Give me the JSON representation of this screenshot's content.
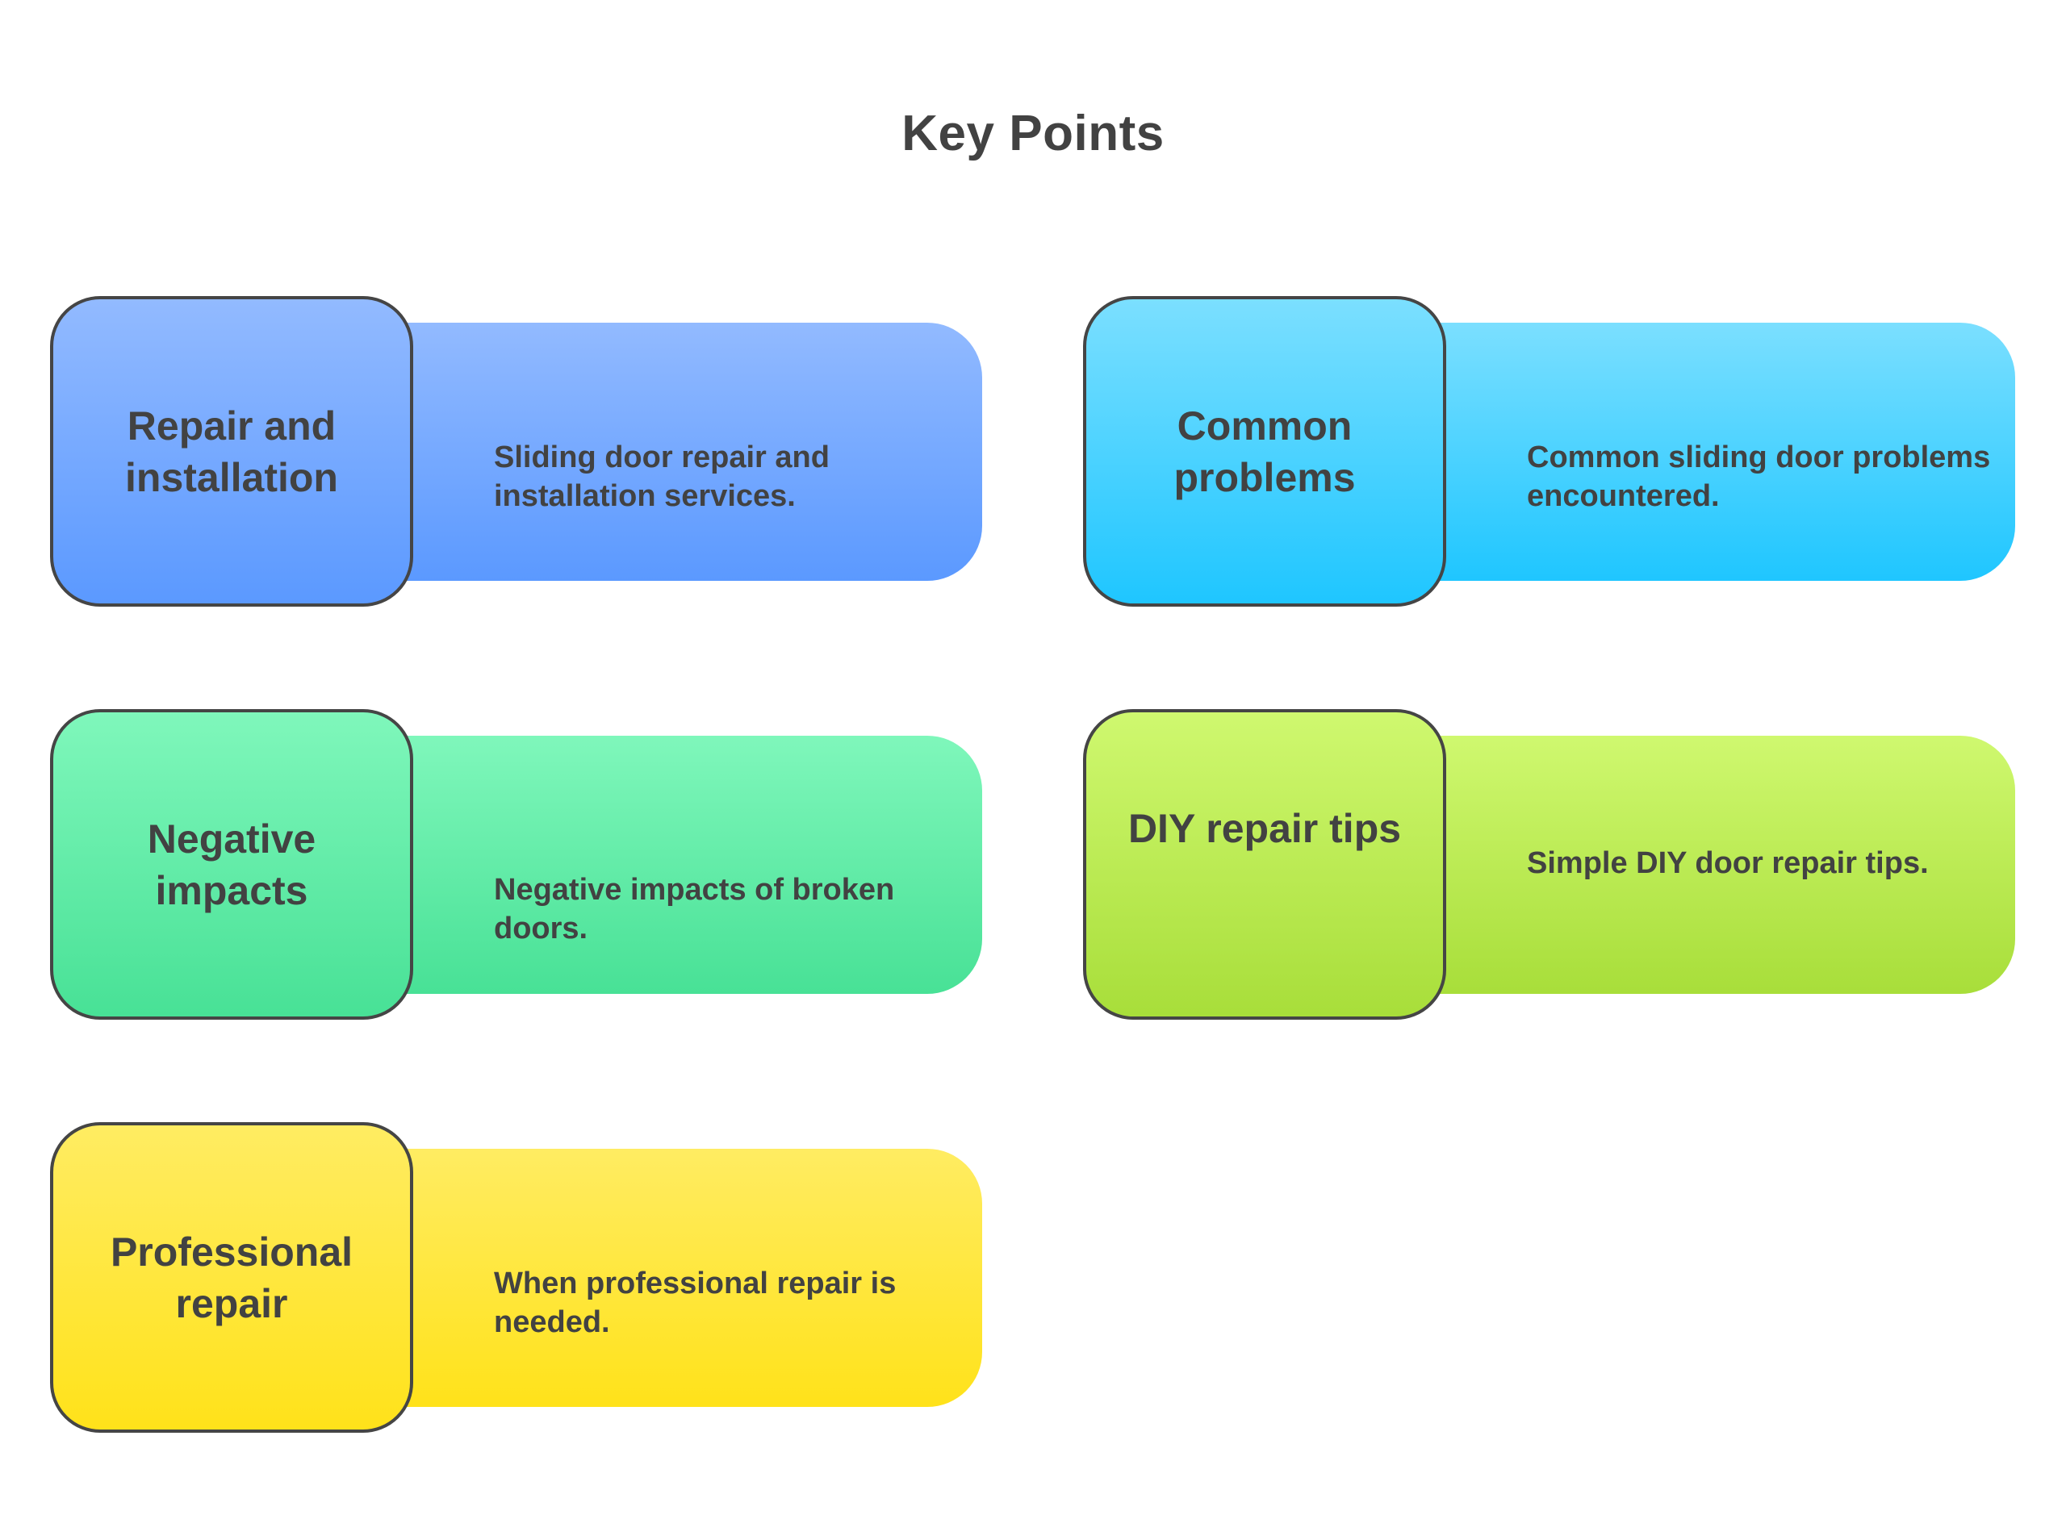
{
  "title": "Key Points",
  "items": [
    {
      "heading": "Repair and installation",
      "description": "Sliding door repair and installation services.",
      "color": "#5b99ff"
    },
    {
      "heading": "Common problems",
      "description": "Common sliding door problems encountered.",
      "color": "#1fc6ff"
    },
    {
      "heading": "Negative impacts",
      "description": "Negative impacts of broken doors.",
      "color": "#48e196"
    },
    {
      "heading": "DIY repair tips",
      "description": "Simple DIY door repair tips.",
      "color": "#a8de3a"
    },
    {
      "heading": "Professional repair",
      "description": "When professional repair is needed.",
      "color": "#ffe21a"
    }
  ]
}
